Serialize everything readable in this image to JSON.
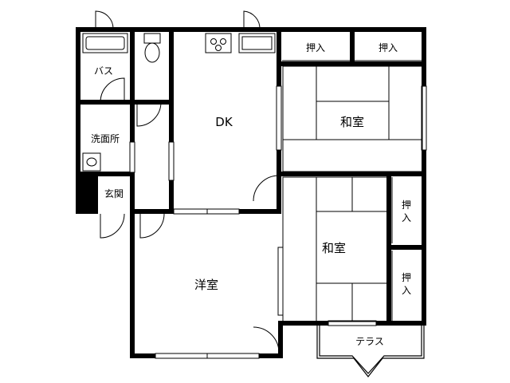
{
  "floor_plan": {
    "rooms": {
      "dk": "DK",
      "washroom": "洗面所",
      "bath": "バス",
      "entrance": "玄関",
      "western_room": "洋室",
      "japanese_room_top": "和室",
      "japanese_room_bottom": "和室",
      "terrace": "テラス"
    },
    "closets": {
      "top_left": "押入",
      "top_right": "押入",
      "right_upper": [
        "押",
        "入"
      ],
      "right_lower": [
        "押",
        "入"
      ]
    },
    "colors": {
      "wall": "#000000",
      "background": "#ffffff",
      "fixture": "#000000"
    }
  }
}
